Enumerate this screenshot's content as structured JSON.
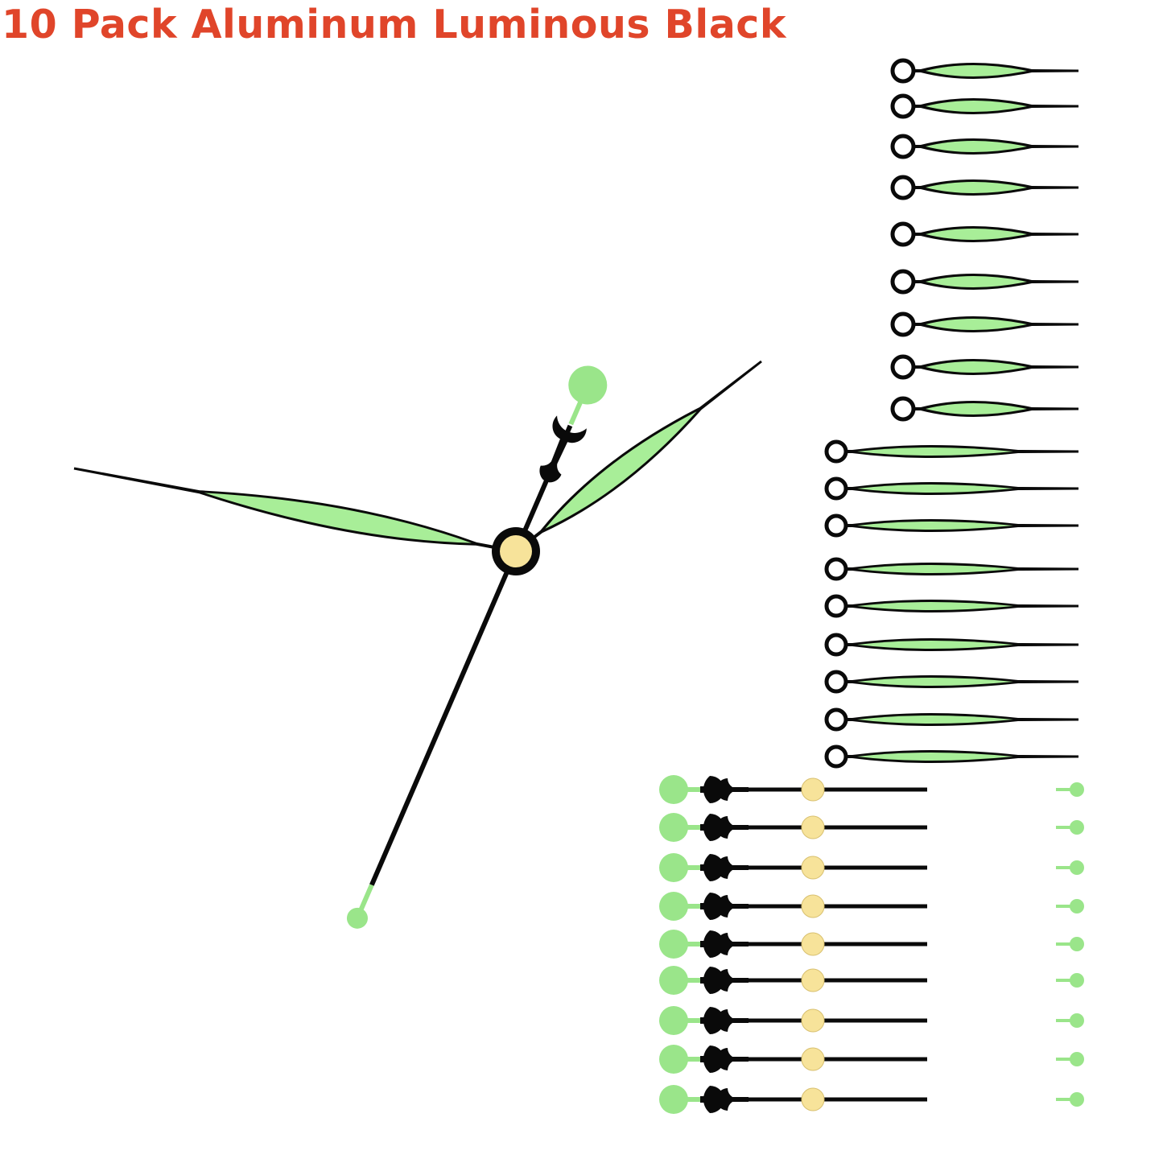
{
  "title": "10 Pack Aluminum Luminous Black",
  "colors": {
    "title": "#e0452a",
    "lume": "#a8ee98",
    "lume_dot": "#9ae58a",
    "black": "#0a0a0a",
    "cap": "#f7e39a"
  },
  "product": {
    "pack_count": 10,
    "hour_hands_shown": 9,
    "minute_hands_shown": 9,
    "second_hands_shown": 9
  }
}
